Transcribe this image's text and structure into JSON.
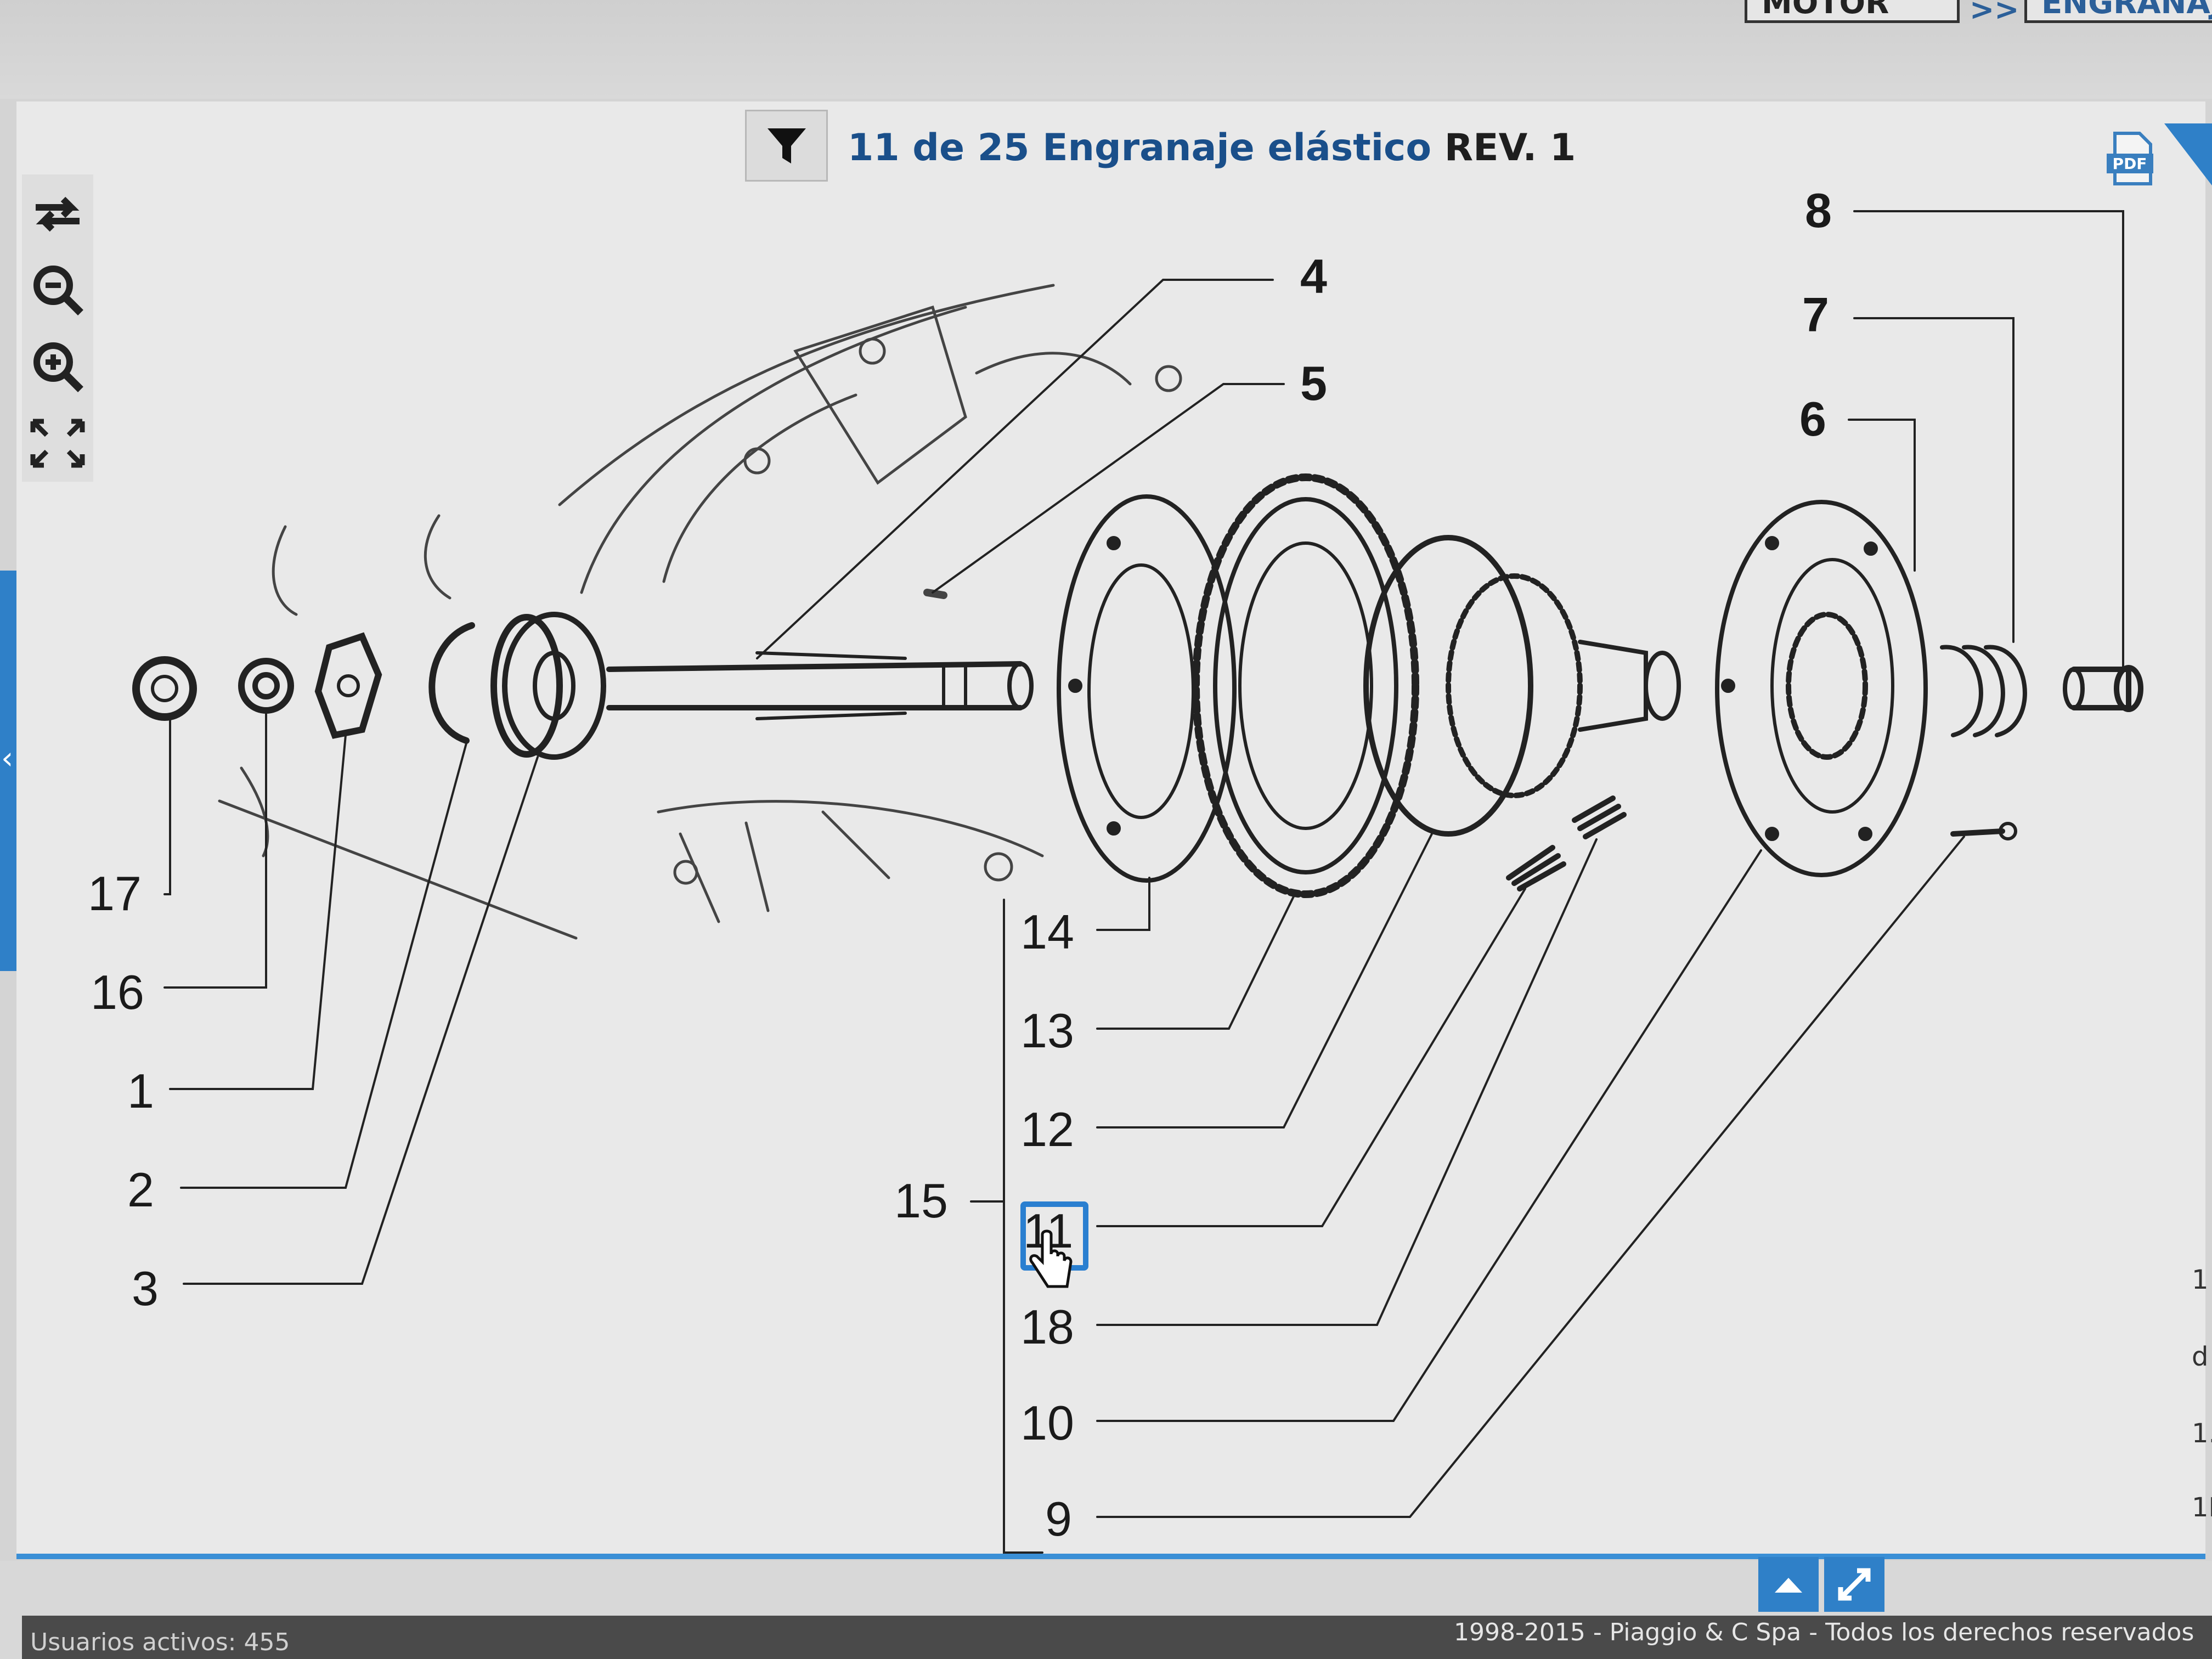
{
  "breadcrumb": {
    "motor_label": "MOTOR",
    "separator": ">>",
    "section_label": "ENGRANAJ"
  },
  "toolbar": {
    "items": [
      {
        "name": "rotate",
        "icon": "rotate-icon"
      },
      {
        "name": "zoom-out",
        "icon": "zoom-out-icon"
      },
      {
        "name": "zoom-in",
        "icon": "zoom-in-icon"
      },
      {
        "name": "fit",
        "icon": "fullscreen-icon"
      }
    ]
  },
  "header": {
    "page_position": "11 de 25",
    "title": "Engranaje elástico",
    "revision": "REV. 1",
    "filter_icon": "filter-icon",
    "pdf_icon": "pdf-icon",
    "pdf_label": "PDF"
  },
  "diagram": {
    "callouts": [
      "4",
      "5",
      "8",
      "7",
      "6",
      "17",
      "16",
      "1",
      "2",
      "3",
      "15",
      "14",
      "13",
      "12",
      "11",
      "18",
      "10",
      "9"
    ],
    "selected_part": "11"
  },
  "footer": {
    "active_users": "Usuarios activos: 455",
    "copyright": "1998-2015 - Piaggio & C Spa - Todos los derechos reservados"
  },
  "edge_fragments": [
    "1",
    "d",
    "1.",
    "1E"
  ],
  "colors": {
    "accent": "#2f80c8",
    "title_blue": "#1a4f8a",
    "panel": "#e9e9e9",
    "footer_dark": "#4a4a4a"
  }
}
